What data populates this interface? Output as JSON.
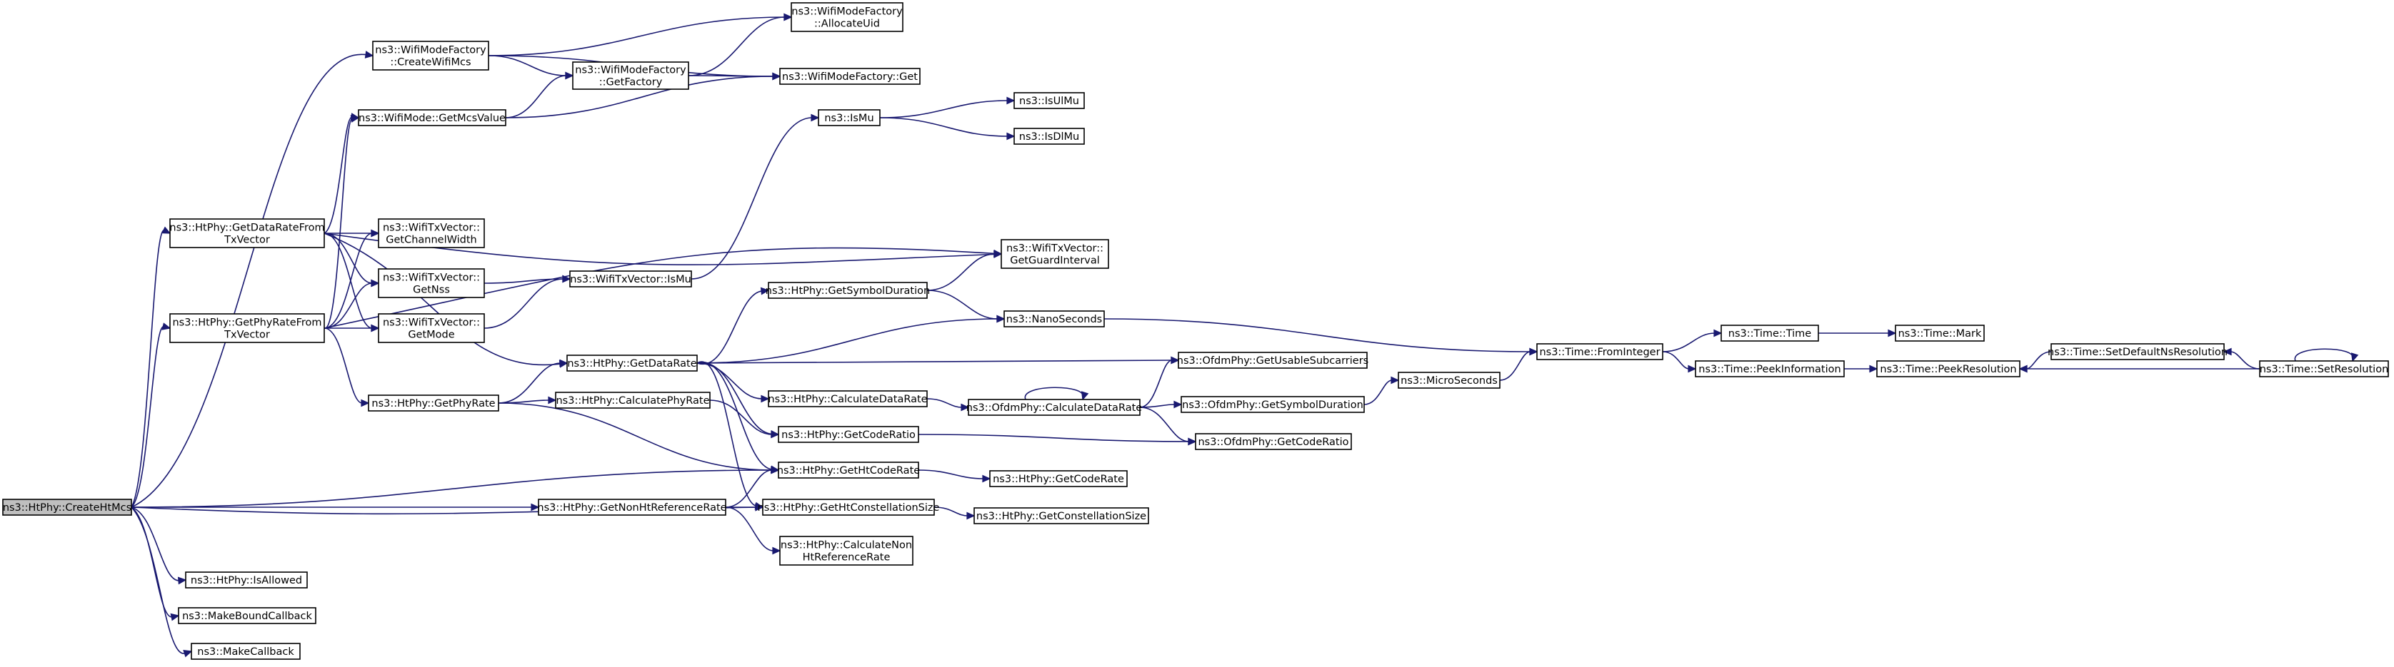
{
  "colors": {
    "edge": "#191970",
    "node_border": "#000000",
    "node_fill": "#ffffff",
    "root_fill": "#bfbfbf",
    "background": "#ffffff"
  },
  "nodes": [
    {
      "id": "createHtMcs",
      "lines": [
        "ns3::HtPhy::CreateHtMcs"
      ],
      "root": true
    },
    {
      "id": "createWifiMcs",
      "lines": [
        "ns3::WifiModeFactory",
        "::CreateWifiMcs"
      ]
    },
    {
      "id": "allocateUid",
      "lines": [
        "ns3::WifiModeFactory",
        "::AllocateUid"
      ]
    },
    {
      "id": "getFactory",
      "lines": [
        "ns3::WifiModeFactory",
        "::GetFactory"
      ]
    },
    {
      "id": "factoryGet",
      "lines": [
        "ns3::WifiModeFactory::Get"
      ]
    },
    {
      "id": "getMcsValue",
      "lines": [
        "ns3::WifiMode::GetMcsValue"
      ]
    },
    {
      "id": "isMu",
      "lines": [
        "ns3::IsMu"
      ]
    },
    {
      "id": "isUlMu",
      "lines": [
        "ns3::IsUlMu"
      ]
    },
    {
      "id": "isDlMu",
      "lines": [
        "ns3::IsDlMu"
      ]
    },
    {
      "id": "getDataRateFromTxVector",
      "lines": [
        "ns3::HtPhy::GetDataRateFrom",
        "TxVector"
      ]
    },
    {
      "id": "getChannelWidth",
      "lines": [
        "ns3::WifiTxVector::",
        "GetChannelWidth"
      ]
    },
    {
      "id": "getGuardInterval",
      "lines": [
        "ns3::WifiTxVector::",
        "GetGuardInterval"
      ]
    },
    {
      "id": "getNss",
      "lines": [
        "ns3::WifiTxVector::",
        "GetNss"
      ]
    },
    {
      "id": "txIsMu",
      "lines": [
        "ns3::WifiTxVector::IsMu"
      ]
    },
    {
      "id": "getPhyRateFromTxVector",
      "lines": [
        "ns3::HtPhy::GetPhyRateFrom",
        "TxVector"
      ]
    },
    {
      "id": "getMode",
      "lines": [
        "ns3::WifiTxVector::",
        "GetMode"
      ]
    },
    {
      "id": "getSymbolDuration",
      "lines": [
        "ns3::HtPhy::GetSymbolDuration"
      ]
    },
    {
      "id": "nanoSeconds",
      "lines": [
        "ns3::NanoSeconds"
      ]
    },
    {
      "id": "fromInteger",
      "lines": [
        "ns3::Time::FromInteger"
      ]
    },
    {
      "id": "timeTime",
      "lines": [
        "ns3::Time::Time"
      ]
    },
    {
      "id": "timeMark",
      "lines": [
        "ns3::Time::Mark"
      ]
    },
    {
      "id": "getDataRate",
      "lines": [
        "ns3::HtPhy::GetDataRate"
      ]
    },
    {
      "id": "getUsableSubcarriers",
      "lines": [
        "ns3::OfdmPhy::GetUsableSubcarriers"
      ]
    },
    {
      "id": "getPhyRate",
      "lines": [
        "ns3::HtPhy::GetPhyRate"
      ]
    },
    {
      "id": "calculatePhyRate",
      "lines": [
        "ns3::HtPhy::CalculatePhyRate"
      ]
    },
    {
      "id": "htCalculateDataRate",
      "lines": [
        "ns3::HtPhy::CalculateDataRate"
      ]
    },
    {
      "id": "ofdmCalculateDataRate",
      "lines": [
        "ns3::OfdmPhy::CalculateDataRate"
      ]
    },
    {
      "id": "ofdmGetSymbolDuration",
      "lines": [
        "ns3::OfdmPhy::GetSymbolDuration"
      ]
    },
    {
      "id": "microSeconds",
      "lines": [
        "ns3::MicroSeconds"
      ]
    },
    {
      "id": "peekInformation",
      "lines": [
        "ns3::Time::PeekInformation"
      ]
    },
    {
      "id": "peekResolution",
      "lines": [
        "ns3::Time::PeekResolution"
      ]
    },
    {
      "id": "setDefaultNsResolution",
      "lines": [
        "ns3::Time::SetDefaultNsResolution"
      ]
    },
    {
      "id": "setResolution",
      "lines": [
        "ns3::Time::SetResolution"
      ]
    },
    {
      "id": "htGetCodeRatio",
      "lines": [
        "ns3::HtPhy::GetCodeRatio"
      ]
    },
    {
      "id": "ofdmGetCodeRatio",
      "lines": [
        "ns3::OfdmPhy::GetCodeRatio"
      ]
    },
    {
      "id": "getHtCodeRate",
      "lines": [
        "ns3::HtPhy::GetHtCodeRate"
      ]
    },
    {
      "id": "getCodeRate",
      "lines": [
        "ns3::HtPhy::GetCodeRate"
      ]
    },
    {
      "id": "getNonHtReferenceRate",
      "lines": [
        "ns3::HtPhy::GetNonHtReferenceRate"
      ]
    },
    {
      "id": "getHtConstellationSize",
      "lines": [
        "ns3::HtPhy::GetHtConstellationSize"
      ]
    },
    {
      "id": "getConstellationSize",
      "lines": [
        "ns3::HtPhy::GetConstellationSize"
      ]
    },
    {
      "id": "calculateNonHtReferenceRate",
      "lines": [
        "ns3::HtPhy::CalculateNon",
        "HtReferenceRate"
      ]
    },
    {
      "id": "isAllowed",
      "lines": [
        "ns3::HtPhy::IsAllowed"
      ]
    },
    {
      "id": "makeBoundCallback",
      "lines": [
        "ns3::MakeBoundCallback"
      ]
    },
    {
      "id": "makeCallback",
      "lines": [
        "ns3::MakeCallback"
      ]
    }
  ],
  "edges": [
    [
      "createHtMcs",
      "createWifiMcs"
    ],
    [
      "createHtMcs",
      "getDataRateFromTxVector"
    ],
    [
      "createHtMcs",
      "getPhyRateFromTxVector"
    ],
    [
      "createHtMcs",
      "getHtCodeRate"
    ],
    [
      "createHtMcs",
      "getNonHtReferenceRate"
    ],
    [
      "createHtMcs",
      "getHtConstellationSize"
    ],
    [
      "createHtMcs",
      "isAllowed"
    ],
    [
      "createHtMcs",
      "makeBoundCallback"
    ],
    [
      "createHtMcs",
      "makeCallback"
    ],
    [
      "createWifiMcs",
      "allocateUid"
    ],
    [
      "createWifiMcs",
      "getFactory"
    ],
    [
      "createWifiMcs",
      "factoryGet"
    ],
    [
      "getFactory",
      "allocateUid"
    ],
    [
      "getFactory",
      "factoryGet"
    ],
    [
      "getMcsValue",
      "getFactory"
    ],
    [
      "getMcsValue",
      "factoryGet"
    ],
    [
      "isMu",
      "isUlMu"
    ],
    [
      "isMu",
      "isDlMu"
    ],
    [
      "getDataRateFromTxVector",
      "getMcsValue"
    ],
    [
      "getDataRateFromTxVector",
      "getChannelWidth"
    ],
    [
      "getDataRateFromTxVector",
      "getGuardInterval"
    ],
    [
      "getDataRateFromTxVector",
      "getNss"
    ],
    [
      "getDataRateFromTxVector",
      "getMode"
    ],
    [
      "getDataRateFromTxVector",
      "getDataRate"
    ],
    [
      "getPhyRateFromTxVector",
      "getMcsValue"
    ],
    [
      "getPhyRateFromTxVector",
      "getChannelWidth"
    ],
    [
      "getPhyRateFromTxVector",
      "getGuardInterval"
    ],
    [
      "getPhyRateFromTxVector",
      "getNss"
    ],
    [
      "getPhyRateFromTxVector",
      "getMode"
    ],
    [
      "getPhyRateFromTxVector",
      "getPhyRate"
    ],
    [
      "getNss",
      "txIsMu"
    ],
    [
      "getMode",
      "txIsMu"
    ],
    [
      "txIsMu",
      "isMu"
    ],
    [
      "getSymbolDuration",
      "getGuardInterval"
    ],
    [
      "getSymbolDuration",
      "nanoSeconds"
    ],
    [
      "nanoSeconds",
      "fromInteger"
    ],
    [
      "fromInteger",
      "timeTime"
    ],
    [
      "fromInteger",
      "peekInformation"
    ],
    [
      "timeTime",
      "timeMark"
    ],
    [
      "getDataRate",
      "getSymbolDuration"
    ],
    [
      "getDataRate",
      "nanoSeconds"
    ],
    [
      "getDataRate",
      "getUsableSubcarriers"
    ],
    [
      "getDataRate",
      "htCalculateDataRate"
    ],
    [
      "getDataRate",
      "htGetCodeRatio"
    ],
    [
      "getDataRate",
      "getHtCodeRate"
    ],
    [
      "getDataRate",
      "getHtConstellationSize"
    ],
    [
      "getPhyRate",
      "getDataRate"
    ],
    [
      "getPhyRate",
      "calculatePhyRate"
    ],
    [
      "getPhyRate",
      "getHtCodeRate"
    ],
    [
      "calculatePhyRate",
      "htGetCodeRatio"
    ],
    [
      "htCalculateDataRate",
      "ofdmCalculateDataRate"
    ],
    [
      "ofdmCalculateDataRate",
      "ofdmCalculateDataRate"
    ],
    [
      "ofdmCalculateDataRate",
      "getUsableSubcarriers"
    ],
    [
      "ofdmCalculateDataRate",
      "ofdmGetSymbolDuration"
    ],
    [
      "ofdmCalculateDataRate",
      "ofdmGetCodeRatio"
    ],
    [
      "ofdmGetSymbolDuration",
      "microSeconds"
    ],
    [
      "microSeconds",
      "fromInteger"
    ],
    [
      "peekInformation",
      "peekResolution"
    ],
    [
      "setDefaultNsResolution",
      "peekResolution"
    ],
    [
      "setResolution",
      "setDefaultNsResolution"
    ],
    [
      "setResolution",
      "peekResolution"
    ],
    [
      "setResolution",
      "setResolution"
    ],
    [
      "htGetCodeRatio",
      "ofdmGetCodeRatio"
    ],
    [
      "getHtCodeRate",
      "getCodeRate"
    ],
    [
      "getNonHtReferenceRate",
      "getHtCodeRate"
    ],
    [
      "getNonHtReferenceRate",
      "getHtConstellationSize"
    ],
    [
      "getNonHtReferenceRate",
      "calculateNonHtReferenceRate"
    ],
    [
      "getHtConstellationSize",
      "getConstellationSize"
    ]
  ]
}
